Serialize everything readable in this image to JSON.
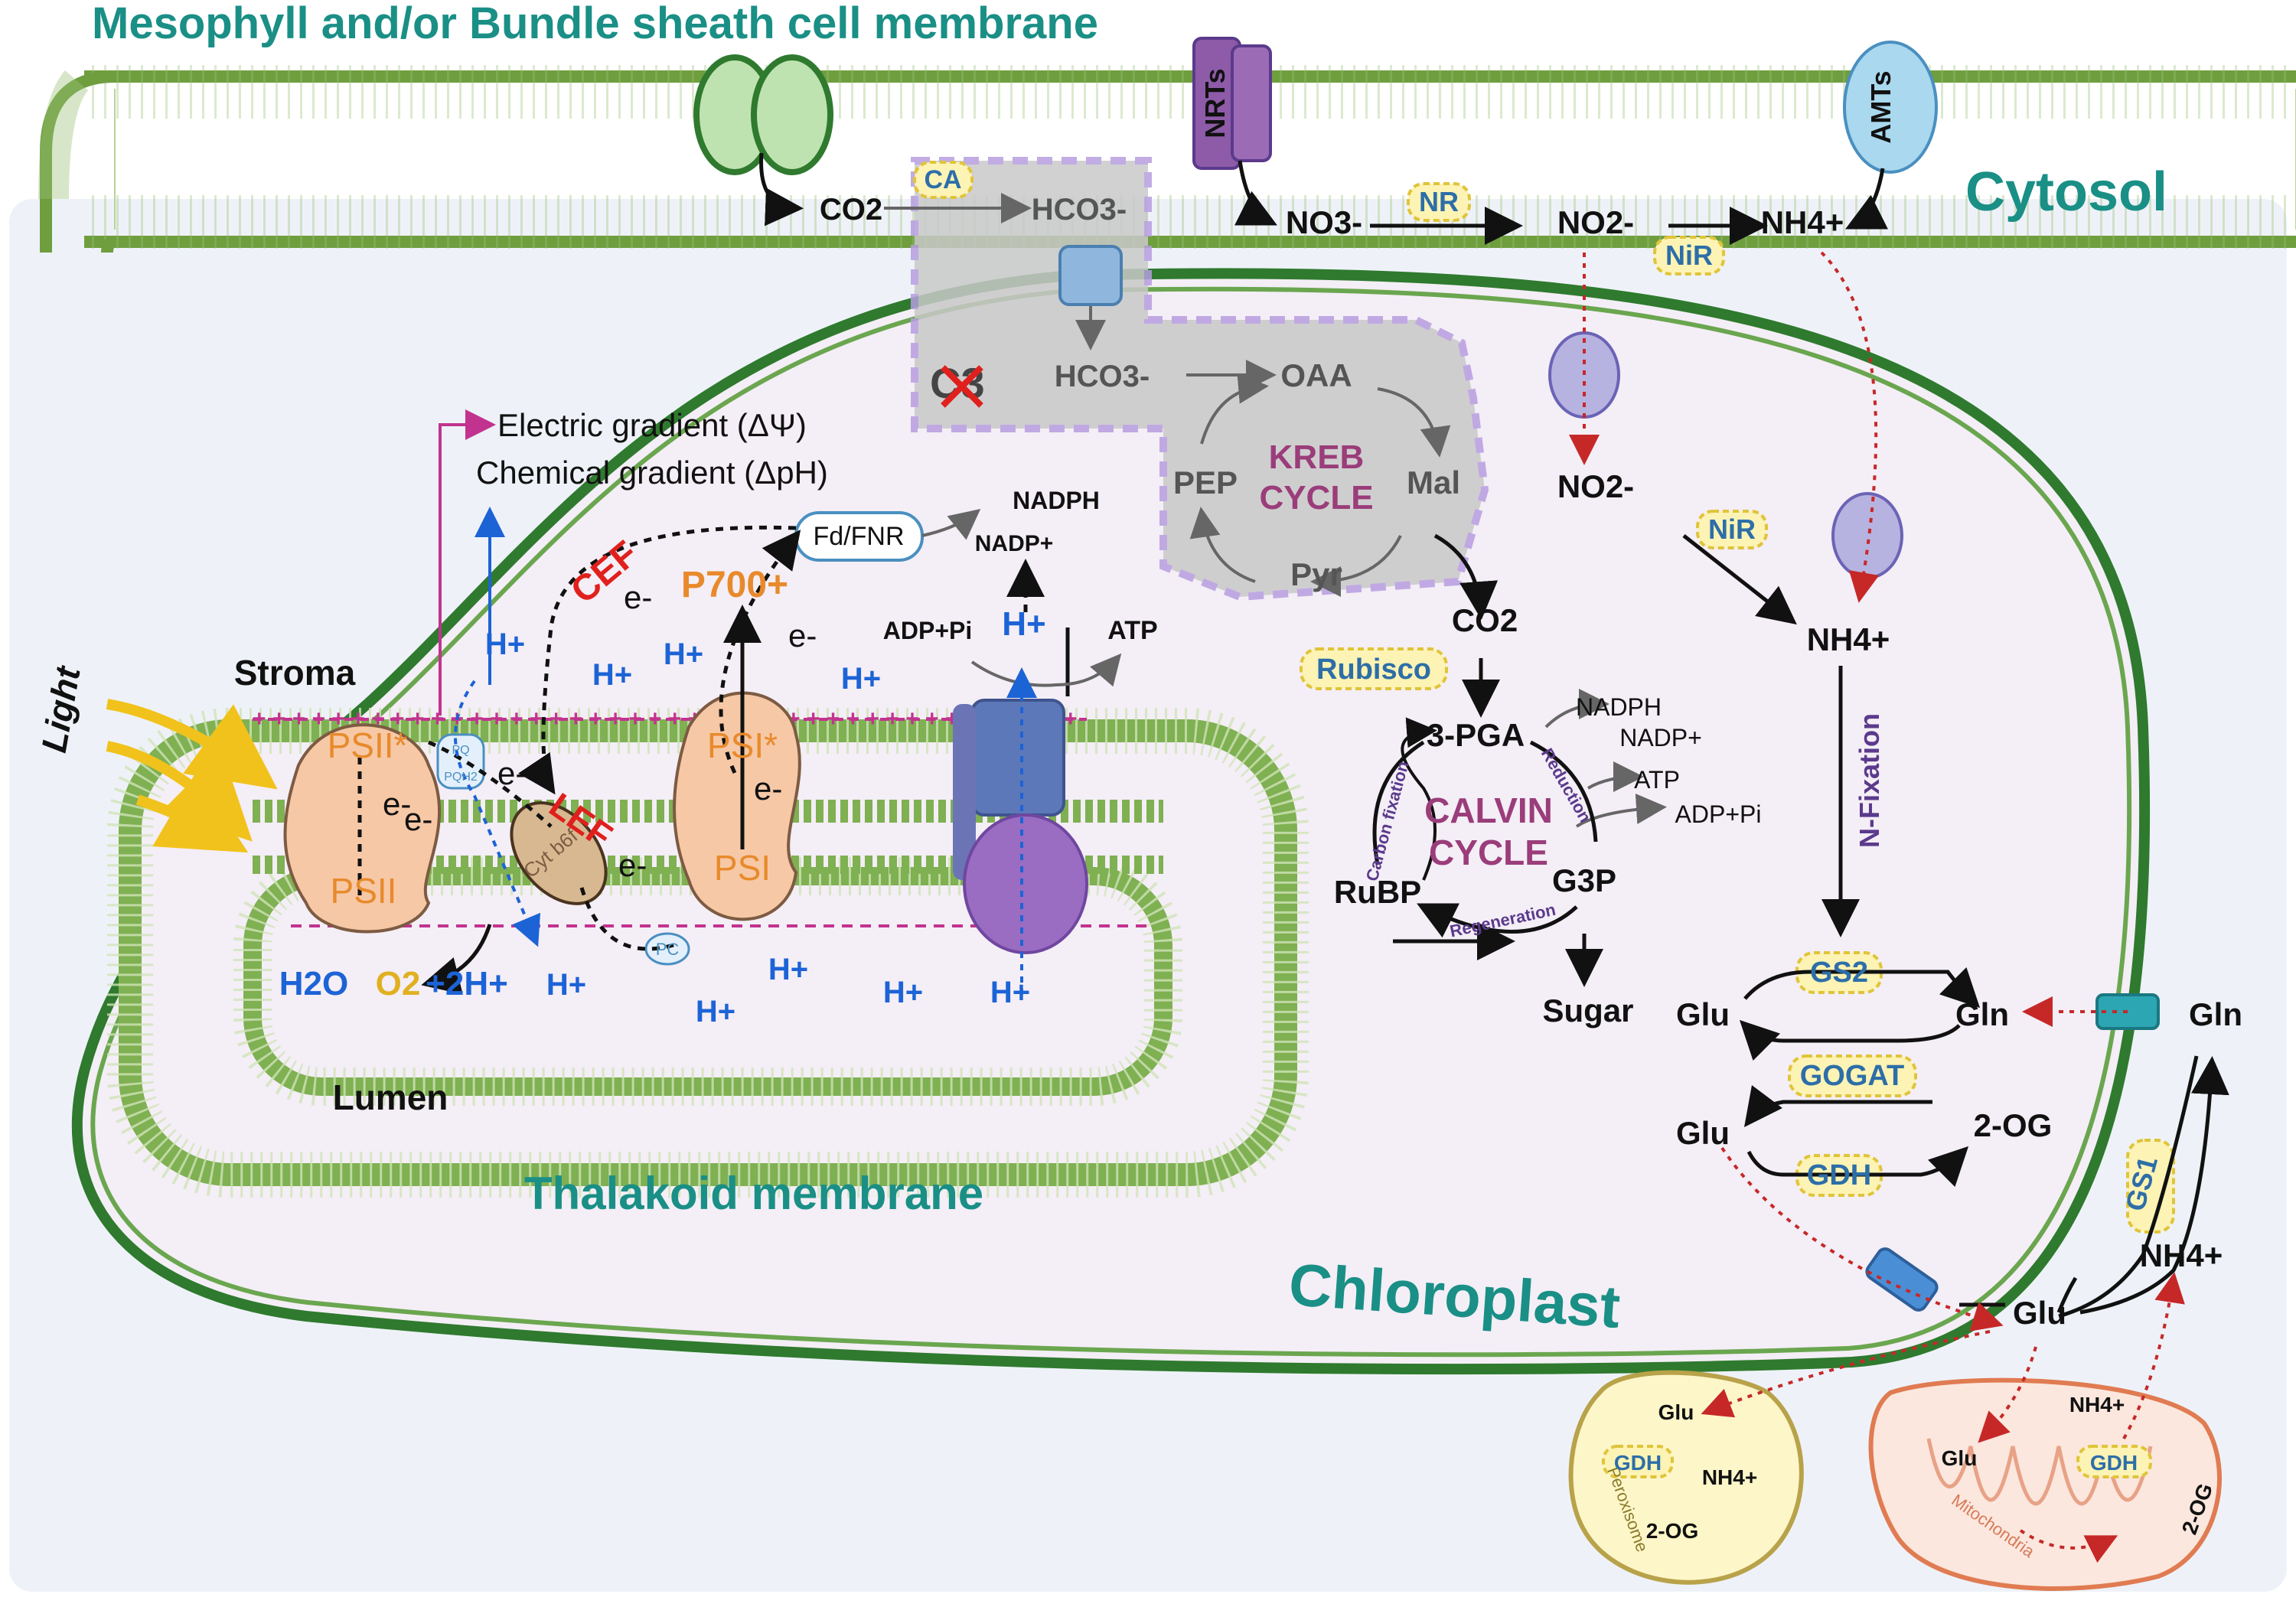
{
  "labels": {
    "membrane_title": "Mesophyll and/or Bundle sheath cell membrane",
    "cytosol": "Cytosol",
    "chloroplast": "Chloroplast",
    "thylakoid_membrane": "Thalakoid membrane",
    "stroma": "Stroma",
    "lumen": "Lumen",
    "light": "Light",
    "electric_gradient": "Electric gradient (ΔΨ)",
    "chemical_gradient": "Chemical gradient (ΔpH)",
    "nrts": "NRTs",
    "amts": "AMTs",
    "c3_marker": "C3",
    "kreb_line1": "KREB",
    "kreb_line2": "CYCLE",
    "calvin_line1": "CALVIN",
    "calvin_line2": "CYCLE",
    "n_fixation": "N-Fixation",
    "peroxisome": "Peroxisome",
    "mitochondria": "Mitochondria",
    "carbon_fixation": "Carbon fixation",
    "reduction": "Reduction",
    "regeneration": "Regeneration"
  },
  "enzymes": {
    "ca": "CA",
    "nr": "NR",
    "nir1": "NiR",
    "nir2": "NiR",
    "rubisco": "Rubisco",
    "gs2": "GS2",
    "gogat": "GOGAT",
    "gdh": "GDH",
    "gs1": "GS1",
    "gdh_perox": "GDH",
    "gdh_mito": "GDH"
  },
  "metabolites": {
    "co2_top": "CO2",
    "hco3_top": "HCO3-",
    "hco3_mid": "HCO3-",
    "no3": "NO3-",
    "no2_top": "NO2-",
    "nh4_top": "NH4+",
    "no2_mid": "NO2-",
    "nh4_chl": "NH4+",
    "oaa": "OAA",
    "mal": "Mal",
    "pyr": "Pyr",
    "pep": "PEP",
    "co2_chl": "CO2",
    "pga": "3-PGA",
    "g3p": "G3P",
    "rubp": "RuBP",
    "sugar": "Sugar",
    "nadph_calvin": "NADPH",
    "nadp_calvin": "NADP+",
    "atp_calvin": "ATP",
    "adppi_calvin": "ADP+Pi",
    "glu1": "Glu",
    "gln1": "Gln",
    "glu2": "Glu",
    "og": "2-OG",
    "gln_cyt": "Gln",
    "glu_cyt": "Glu",
    "nh4_cyt": "NH4+",
    "perox_glu": "Glu",
    "perox_nh4": "NH4+",
    "perox_og": "2-OG",
    "mito_glu": "Glu",
    "mito_nh4": "NH4+",
    "mito_og": "2-OG"
  },
  "light_reactions": {
    "psii_star": "PSII*",
    "psii": "PSII",
    "psi_star": "PSI*",
    "psi": "PSI",
    "p700": "P700+",
    "cef": "CEF",
    "lef": "LEF",
    "fd_fnr": "Fd/FNR",
    "nadph": "NADPH",
    "nadp": "NADP+",
    "adp_pi": "ADP+Pi",
    "atp": "ATP",
    "pq": "PQ",
    "pqh2": "PQH2",
    "cyt_b6f": "Cyt b6f",
    "pc": "PC",
    "electron": "e-",
    "proton": "H+",
    "water": "H2O",
    "oxygen": "O2",
    "two_protons": "+2H+"
  },
  "colors": {
    "membrane_green": "#6f9e3f",
    "teal_text": "#1a8f86",
    "proton_blue": "#1c63d6",
    "photosystem_fill": "#f6c8a6",
    "orange_text": "#e88a2b",
    "red_text": "#e0201c",
    "enzyme_fill": "#fcf3b4",
    "enzyme_border": "#e0c43a",
    "gray_zone": "#cfcfcf",
    "dash_purple": "#b79ee0",
    "chloroplast_fill": "#f4eef6",
    "cytosol_fill": "#eef2f8"
  }
}
